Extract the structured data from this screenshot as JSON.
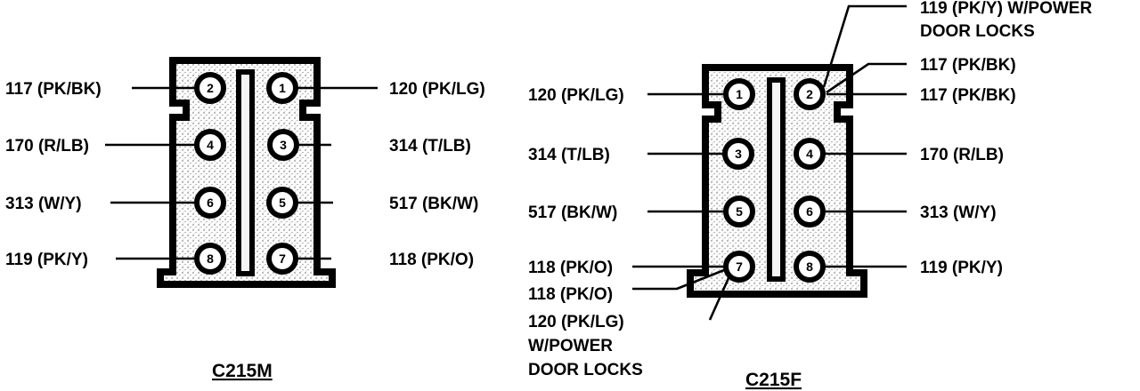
{
  "connectors": {
    "m": {
      "title": "C215M",
      "pins": [
        "1",
        "2",
        "3",
        "4",
        "5",
        "6",
        "7",
        "8"
      ],
      "labels": {
        "pin2": "117 (PK/BK)",
        "pin1": "120 (PK/LG)",
        "pin4": "170 (R/LB)",
        "pin3": "314 (T/LB)",
        "pin6": "313 (W/Y)",
        "pin5": "517 (BK/W)",
        "pin8": "119 (PK/Y)",
        "pin7": "118 (PK/O)"
      }
    },
    "f": {
      "title": "C215F",
      "pins": [
        "1",
        "2",
        "3",
        "4",
        "5",
        "6",
        "7",
        "8"
      ],
      "labels": {
        "pin2_top_line1": "119 (PK/Y) W/POWER",
        "pin2_top_line2": "DOOR LOCKS",
        "pin2_mid": "117 (PK/BK)",
        "pin2_main": "117 (PK/BK)",
        "pin1": "120 (PK/LG)",
        "pin3": "314 (T/LB)",
        "pin4": "170 (R/LB)",
        "pin5": "517 (BK/W)",
        "pin6": "313 (W/Y)",
        "pin7_a": "118 (PK/O)",
        "pin7_b": "118 (PK/O)",
        "pin7_c_line1": "120 (PK/LG)",
        "pin7_c_line2": "W/POWER",
        "pin7_c_line3": "DOOR LOCKS",
        "pin8": "119 (PK/Y)"
      }
    }
  }
}
